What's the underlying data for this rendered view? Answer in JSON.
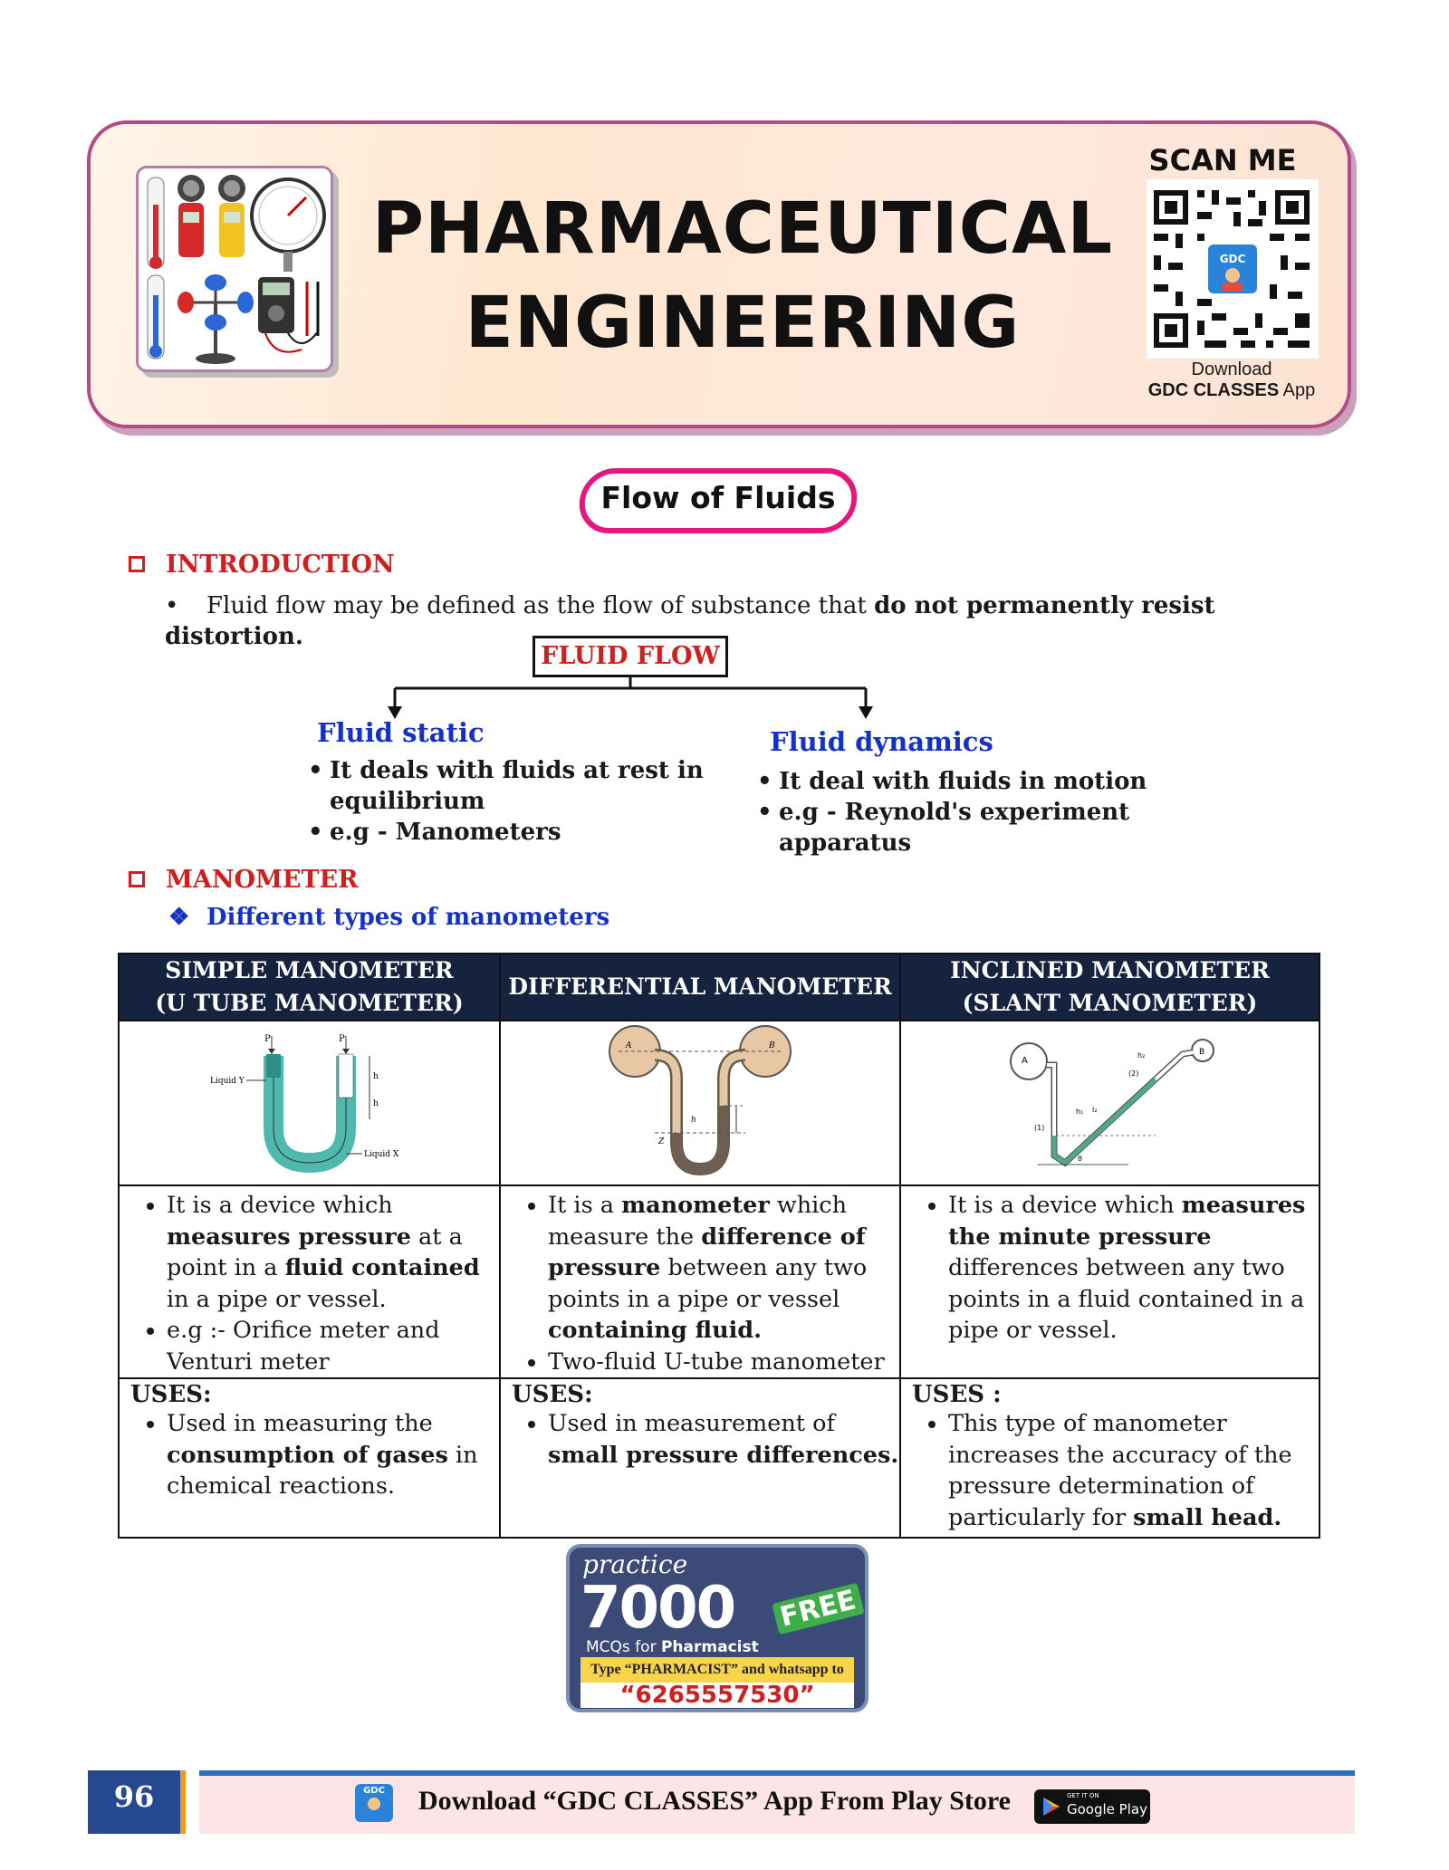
{
  "header": {
    "title_line1": "PHARMACEUTICAL",
    "title_line2": "ENGINEERING",
    "scan_label": "SCAN ME",
    "download_line1": "Download",
    "download_brand": "GDC CLASSES",
    "download_suffix": " App"
  },
  "topic_title": "Flow of Fluids",
  "introduction": {
    "heading": "INTRODUCTION",
    "bullet_plain": "Fluid flow may be defined as the flow of substance that ",
    "bullet_bold": "do not permanently resist distortion."
  },
  "diagram": {
    "root": "FLUID FLOW",
    "left": {
      "title": "Fluid static",
      "b1_line1": "It deals with fluids at rest in",
      "b1_line2": "equilibrium",
      "b2": "e.g - Manometers"
    },
    "right": {
      "title": "Fluid dynamics",
      "b1": "It deal with fluids in motion",
      "b2_line1": "e.g - Reynold's experiment",
      "b2_line2": "apparatus"
    }
  },
  "manometer": {
    "heading": "MANOMETER",
    "subheading": "Different types of manometers",
    "columns": [
      {
        "header_line1": "SIMPLE MANOMETER",
        "header_line2": "(U TUBE MANOMETER)"
      },
      {
        "header_line1": "DIFFERENTIAL MANOMETER",
        "header_line2": ""
      },
      {
        "header_line1": "INCLINED MANOMETER",
        "header_line2": "(SLANT MANOMETER)"
      }
    ],
    "simple": {
      "d1_a": "It is a device which ",
      "d1_b": "measures pressure",
      "d1_c": " at a point in a ",
      "d1_d": "fluid contained",
      "d1_e": " in a pipe or vessel.",
      "d2": "e.g :- Orifice meter and Venturi meter",
      "uses_label": "USES:",
      "u1_a": "Used in measuring the ",
      "u1_b": "consumption of gases",
      "u1_c": " in chemical reactions."
    },
    "differential": {
      "d1_a": "It is a ",
      "d1_b": "manometer",
      "d1_c": " which measure the ",
      "d1_d": "difference of pressure",
      "d1_e": " between any two points in a pipe or vessel ",
      "d1_f": "containing fluid.",
      "d2": "Two-fluid U-tube manometer",
      "uses_label": "USES:",
      "u1_a": "Used in measurement of ",
      "u1_b": "small pressure differences."
    },
    "inclined": {
      "d1_a": "It is a device which ",
      "d1_b": "measures the minute pressure",
      "d1_c": " differences between any two points in a fluid contained in a pipe or vessel.",
      "uses_label": "USES :",
      "u1_a": "This type of manometer increases the accuracy of the pressure determination of particularly for ",
      "u1_b": "small head."
    },
    "diagram_labels": {
      "simple_p1": "P",
      "simple_p2": "P",
      "simple_liquid_y": "Liquid Y",
      "simple_liquid_x": "Liquid X",
      "simple_h1": "h",
      "simple_h2": "h",
      "diff_a": "A",
      "diff_b": "B",
      "diff_h": "h",
      "diff_z": "Z",
      "incl_a": "A",
      "incl_b": "B",
      "incl_1": "(1)",
      "incl_2": "(2)",
      "incl_h1": "h₁",
      "incl_l2": "l₂",
      "incl_h2": "h₂",
      "incl_theta": "θ"
    }
  },
  "ad": {
    "practice": "practice",
    "number": "7000",
    "free": "FREE",
    "mcq": "MCQs for ",
    "mcq_bold": "Pharmacist",
    "instruction": "Type “PHARMACIST” and whatsapp to",
    "phone": "“6265557530”"
  },
  "footer": {
    "page_number": "96",
    "text": "Download “GDC CLASSES” App From Play Store",
    "gplay_small": "GET IT ON",
    "gplay_big": "Google Play",
    "app_icon_label": "GDC"
  },
  "colors": {
    "banner_border": "#b24b86",
    "pill_border": "#e5177f",
    "section_red": "#d01f1f",
    "heading_blue": "#1431c8",
    "table_header": "#16233f"
  }
}
